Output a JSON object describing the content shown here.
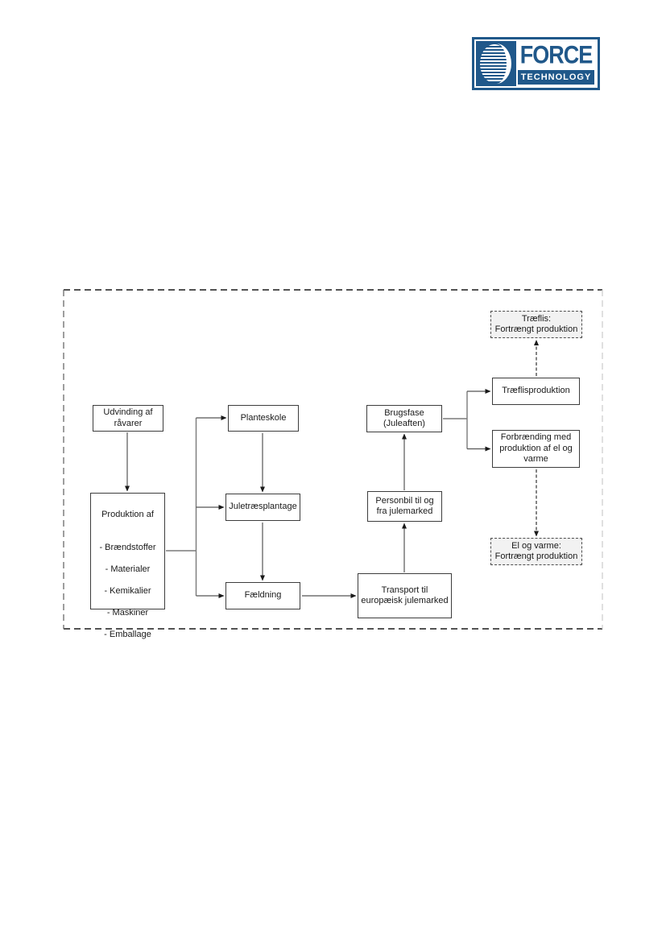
{
  "logo": {
    "brand": "FORCE",
    "subtext": "TECHNOLOGY",
    "brand_color": "#20588a",
    "globe_icon": "striped-globe-with-crescent"
  },
  "diagram": {
    "boundary": {
      "style": "dashed",
      "dash_color_top_bottom": "#1a1a1a",
      "dash_color_left": "#6a6a6a",
      "dash_color_right": "#d0d0d0"
    },
    "boxes": {
      "udvinding": "Udvinding af\nråvarer",
      "produktion_title": "Produktion af",
      "produktion_items": [
        "- Brændstoffer",
        "- Materialer",
        "- Kemikalier",
        "- Maskiner",
        "- Emballage"
      ],
      "planteskole": "Planteskole",
      "juletraesplantage": "Juletræsplantage",
      "faeldning": "Fældning",
      "brugsfase": "Brugsfase\n(Juleaften)",
      "personbil": "Personbil til og\nfra julemarked",
      "transport": "Transport til\neuropæisk julemarked",
      "traeflisproduktion": "Træflisproduktion",
      "forbraending": "Forbrænding med\nproduktion af el og\nvarme",
      "traeflis_fortraengt": "Træflis:\nFortrængt produktion",
      "el_varme_fortraengt": "El og varme:\nFortrængt produktion"
    },
    "dashed_node_background": "#f2f2f2"
  }
}
